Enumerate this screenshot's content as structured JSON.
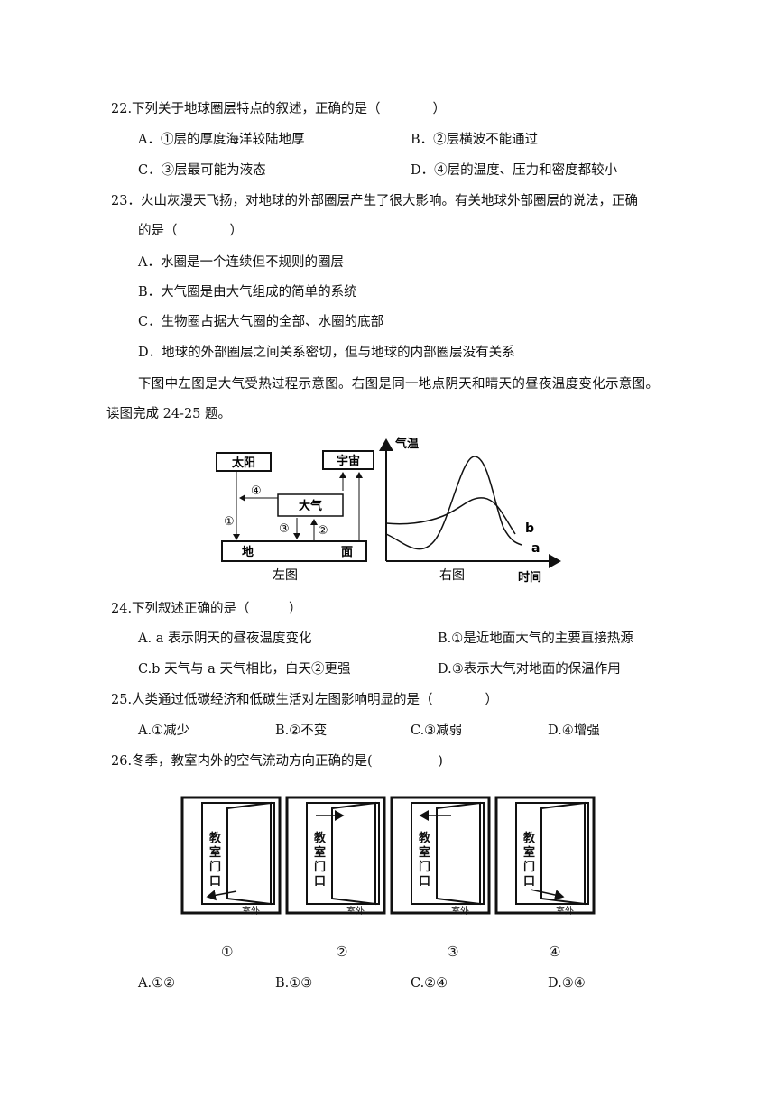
{
  "q22": {
    "stem": "22.下列关于地球圈层特点的叙述，正确的是（　　　　）",
    "options": [
      "A．①层的厚度海洋较陆地厚",
      "B．②层横波不能通过",
      "C．③层最可能为液态",
      "D．④层的温度、压力和密度都较小"
    ]
  },
  "q23": {
    "stem1": "23．火山灰漫天飞扬，对地球的外部圈层产生了很大影响。有关地球外部圈层的说法，正确",
    "stem2": "的是（　　　　）",
    "options": [
      "A．水圈是一个连续但不规则的圈层",
      "B．大气圈是由大气组成的简单的系统",
      "C．生物圈占据大气圈的全部、水圈的底部",
      "D．地球的外部圈层之间关系密切，但与地球的内部圈层没有关系"
    ]
  },
  "intro": {
    "line1": "下图中左图是大气受热过程示意图。右图是同一地点阴天和晴天的昼夜温度变化示意图。",
    "line2": "读图完成 24-25 题。"
  },
  "figure1": {
    "left": {
      "sun": "太阳",
      "space": "宇宙",
      "atmosphere": "大气",
      "ground_left": "地",
      "ground_right": "面",
      "arrows": [
        "①",
        "②",
        "③",
        "④"
      ],
      "caption": "左图"
    },
    "right": {
      "ylabel": "气温",
      "xlabel": "时间",
      "series_a": "a",
      "series_b": "b",
      "caption": "右图"
    }
  },
  "q24": {
    "stem": "24.下列叙述正确的是（　　　）",
    "options": [
      "A. a 表示阴天的昼夜温度变化",
      "B.①是近地面大气的主要直接热源",
      "C.b 天气与 a 天气相比，白天②更强",
      "D.③表示大气对地面的保温作用"
    ]
  },
  "q25": {
    "stem": "25.人类通过低碳经济和低碳生活对左图影响明显的是（　　　　）",
    "options": [
      "A.①减少",
      "B.②不变",
      "C.③减弱",
      "D.④增强"
    ]
  },
  "q26": {
    "stem": "26.冬季，教室内外的空气流动方向正确的是(　　　　　)",
    "door_text": "教室门口",
    "outside_text": "室外",
    "labels": [
      "①",
      "②",
      "③",
      "④"
    ],
    "options": [
      "A.①②",
      "B.①③",
      "C.②④",
      "D.③④"
    ]
  }
}
